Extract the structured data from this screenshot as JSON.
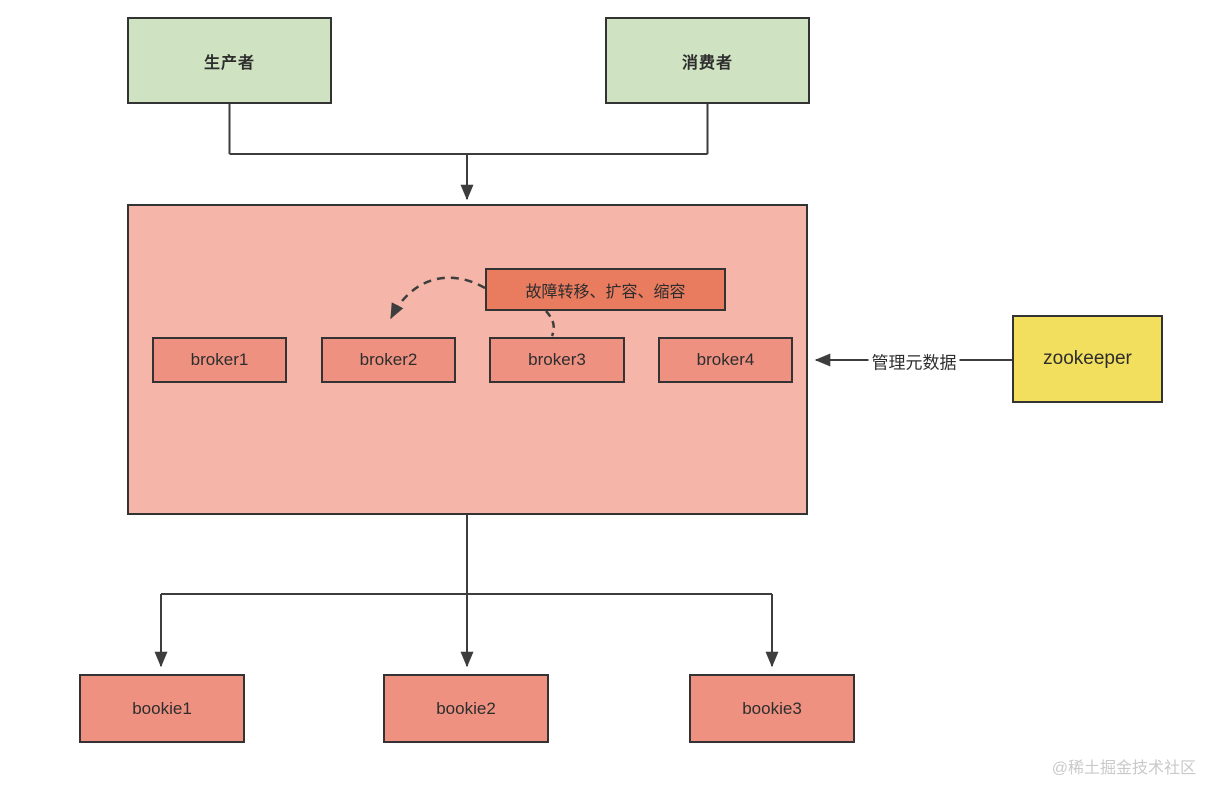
{
  "diagram": {
    "producer_label": "生产者",
    "consumer_label": "消费者",
    "cluster_note": "故障转移、扩容、缩容",
    "brokers": [
      "broker1",
      "broker2",
      "broker3",
      "broker4"
    ],
    "bookies": [
      "bookie1",
      "bookie2",
      "bookie3"
    ],
    "zookeeper_label": "zookeeper",
    "metadata_edge_label": "管理元数据",
    "watermark": "@稀土掘金技术社区"
  },
  "colors": {
    "client_fill": "#cfe3c3",
    "container_fill": "#f5b6a9",
    "node_fill": "#ee9180",
    "note_fill": "#e97b5f",
    "zookeeper_fill": "#f2df5e",
    "border": "#333333",
    "line": "#3d3d3d",
    "watermark": "#c9c9c9",
    "background": "#ffffff"
  }
}
